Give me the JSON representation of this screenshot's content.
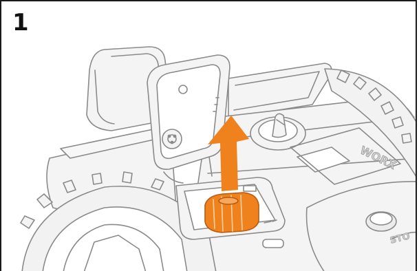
{
  "step": {
    "number": "1"
  },
  "illustration": {
    "subject": "robotic-lawn-mower",
    "action": "lift-out-battery",
    "arrow_color": "#f0821e",
    "battery_color": "#f0821e",
    "line_color": "#8a8a8a",
    "fill_color": "#f4f4f4",
    "brand_mark": "WORX"
  }
}
